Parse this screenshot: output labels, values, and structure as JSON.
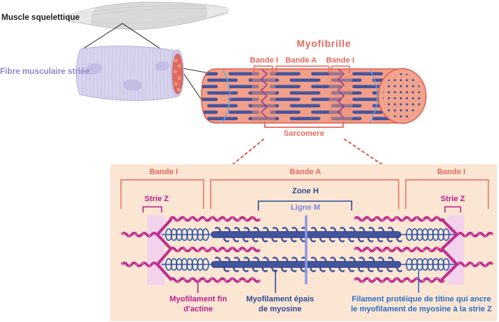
{
  "figure": {
    "muscle_label": "Muscle squelettique",
    "fibre_label": "Fibre musculaire striée",
    "myofibrille": {
      "title": "Myofibrille",
      "bande_i": "Bande I",
      "bande_a": "Bande A",
      "sarcomere_label": "Sarcomere"
    },
    "panel": {
      "bande_i": "Bande I",
      "bande_a": "Bande A",
      "strie_z": "Strie Z",
      "zone_h": "Zone H",
      "ligne_m": "Ligne M",
      "caption_actine": [
        "Myofilament fin",
        "d'actine"
      ],
      "caption_myosine": [
        "Myofilament épais",
        "de myosine"
      ],
      "caption_titine": [
        "Filament protéique de titine qui ancre",
        "le myofilament de myosine à la strie Z"
      ]
    },
    "colors": {
      "salmon_accent": "#e4695e",
      "magenta_accent": "#b81e8c",
      "navy_accent": "#2d4b94",
      "periwinkle_accent": "#7e8bdc",
      "titine_blue_accent": "#2b6fc7",
      "fibre_purple_accent": "#8d88cb",
      "panel_background": "#fbe5d3"
    }
  }
}
